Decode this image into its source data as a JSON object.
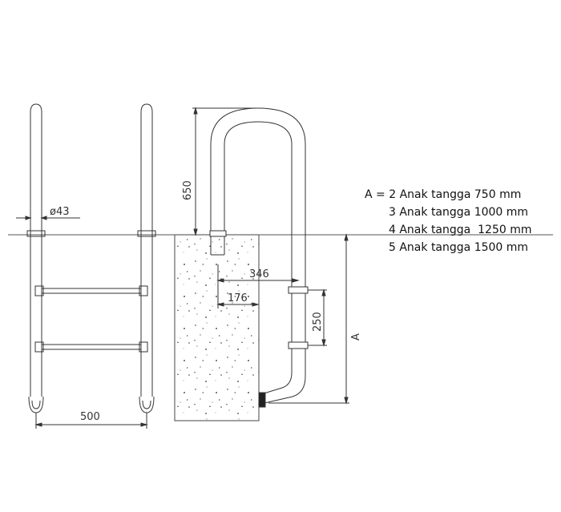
{
  "dimensions": {
    "tube_diameter": "ø43",
    "width": "500",
    "handrail_height": "650",
    "offset_outer": "346",
    "offset_inner": "176",
    "anchor_spacing": "250",
    "depth": "A"
  },
  "legend": [
    "A = 2 Anak tangga 750 mm",
    "3 Anak tangga 1000 mm",
    "4 Anak tangga  1250 mm",
    "5 Anak tangga 1500 mm"
  ]
}
